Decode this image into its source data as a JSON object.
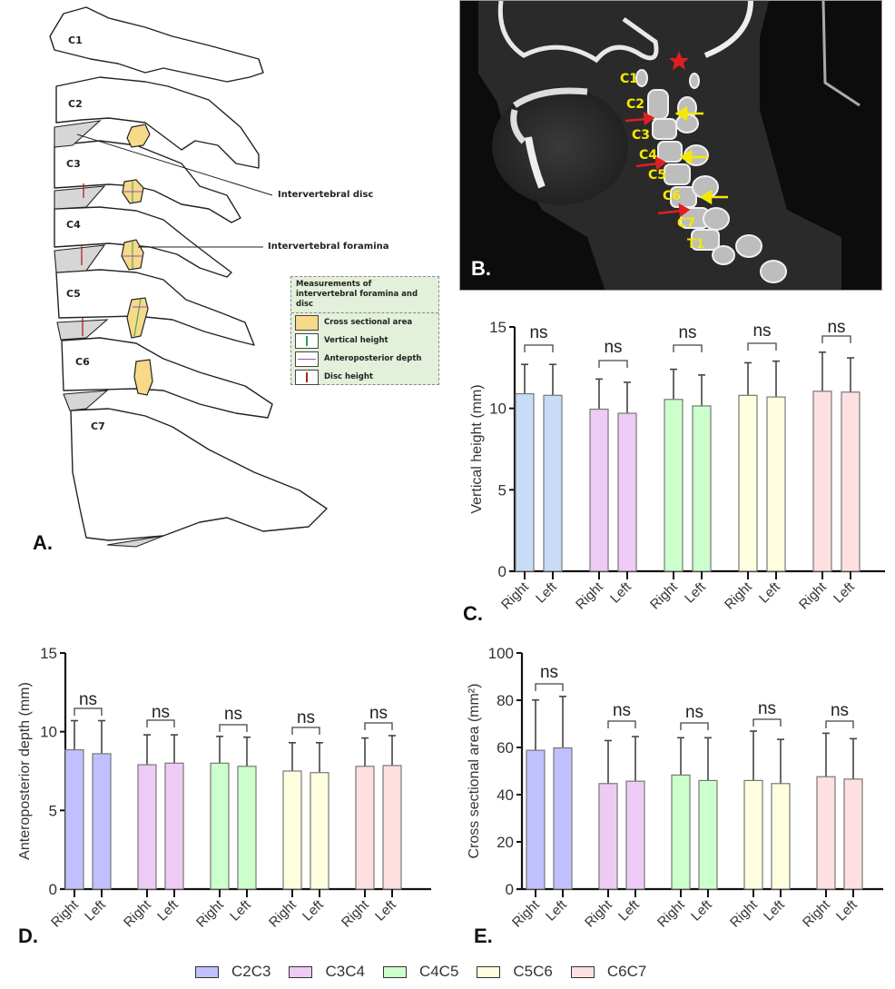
{
  "panels": {
    "A": {
      "label": "A.",
      "vertebrae": [
        "C1",
        "C2",
        "C3",
        "C4",
        "C5",
        "C6",
        "C7"
      ],
      "callouts": [
        "Intervertebral disc",
        "Intervertebral foramina"
      ],
      "measurement_box": {
        "title": "Measurements of intervertebral foramina and disc",
        "items": [
          {
            "label": "Cross sectional area",
            "icon": "filled-area-icon",
            "color": "#f7d98a"
          },
          {
            "label": "Vertical height",
            "icon": "vertical-arrow-icon",
            "color": "#2e9e4f"
          },
          {
            "label": "Anteroposterior depth",
            "icon": "horizontal-arrow-icon",
            "color": "#9b4fc0"
          },
          {
            "label": "Disc height",
            "icon": "vertical-arrow-icon",
            "color": "#b02020"
          }
        ]
      }
    },
    "B": {
      "label": "B.",
      "vertebra_labels": [
        "C1",
        "C2",
        "C3",
        "C4",
        "C5",
        "C6",
        "C7",
        "T1"
      ],
      "marker_color": "#e02020",
      "arrow_color_red": "#e02020",
      "arrow_color_yellow": "#f5e900"
    },
    "C": {
      "label": "C."
    },
    "D": {
      "label": "D."
    },
    "E": {
      "label": "E."
    }
  },
  "legend": [
    {
      "label": "C2C3",
      "color": "#c0c0ff"
    },
    {
      "label": "C3C4",
      "color": "#eecbf5"
    },
    {
      "label": "C4C5",
      "color": "#ccffcc"
    },
    {
      "label": "C5C6",
      "color": "#ffffe0"
    },
    {
      "label": "C6C7",
      "color": "#ffe0e0"
    }
  ],
  "chart_data": [
    {
      "id": "C",
      "type": "bar",
      "title": "",
      "xlabel": "",
      "ylabel": "Vertical height (mm)",
      "ylim": [
        0,
        15
      ],
      "yticks": [
        0,
        5,
        10,
        15
      ],
      "groups": [
        "C2C3",
        "C3C4",
        "C4C5",
        "C5C6",
        "C6C7"
      ],
      "categories": [
        "Right",
        "Left"
      ],
      "group_colors": [
        "#c9dcf7",
        "#eecbf5",
        "#ccffcc",
        "#ffffe0",
        "#ffe0e0"
      ],
      "series": [
        {
          "name": "Right",
          "values": [
            10.9,
            9.95,
            10.55,
            10.8,
            11.05
          ],
          "error_upper": [
            12.7,
            11.8,
            12.4,
            12.8,
            13.45
          ]
        },
        {
          "name": "Left",
          "values": [
            10.8,
            9.7,
            10.15,
            10.7,
            11.0
          ],
          "error_upper": [
            12.7,
            11.6,
            12.05,
            12.9,
            13.1
          ]
        }
      ],
      "annotations": [
        "ns",
        "ns",
        "ns",
        "ns",
        "ns"
      ],
      "grid": false
    },
    {
      "id": "D",
      "type": "bar",
      "title": "",
      "xlabel": "",
      "ylabel": "Anteroposterior depth (mm)",
      "ylim": [
        0,
        15
      ],
      "yticks": [
        0,
        5,
        10,
        15
      ],
      "groups": [
        "C2C3",
        "C3C4",
        "C4C5",
        "C5C6",
        "C6C7"
      ],
      "categories": [
        "Right",
        "Left"
      ],
      "group_colors": [
        "#c0c0ff",
        "#eecbf5",
        "#ccffcc",
        "#ffffe0",
        "#ffe0e0"
      ],
      "series": [
        {
          "name": "Right",
          "values": [
            8.85,
            7.9,
            8.0,
            7.5,
            7.8
          ],
          "error_upper": [
            10.7,
            9.8,
            9.7,
            9.3,
            9.6
          ]
        },
        {
          "name": "Left",
          "values": [
            8.6,
            8.0,
            7.8,
            7.4,
            7.85
          ],
          "error_upper": [
            10.7,
            9.8,
            9.65,
            9.3,
            9.75
          ]
        }
      ],
      "annotations": [
        "ns",
        "ns",
        "ns",
        "ns",
        "ns"
      ],
      "grid": false
    },
    {
      "id": "E",
      "type": "bar",
      "title": "",
      "xlabel": "",
      "ylabel": "Cross sectional area (mm²)",
      "ylim": [
        0,
        100
      ],
      "yticks": [
        0,
        20,
        40,
        60,
        80,
        100
      ],
      "groups": [
        "C2C3",
        "C3C4",
        "C4C5",
        "C5C6",
        "C6C7"
      ],
      "categories": [
        "Right",
        "Left"
      ],
      "group_colors": [
        "#c0c0ff",
        "#eecbf5",
        "#ccffcc",
        "#ffffe0",
        "#ffe0e0"
      ],
      "series": [
        {
          "name": "Right",
          "values": [
            58.8,
            44.7,
            48.3,
            46.0,
            47.6
          ],
          "error_upper": [
            80.1,
            62.9,
            64.1,
            66.9,
            66.0
          ]
        },
        {
          "name": "Left",
          "values": [
            59.8,
            45.7,
            46.0,
            44.7,
            46.6
          ],
          "error_upper": [
            81.6,
            64.6,
            64.1,
            63.4,
            63.7
          ]
        }
      ],
      "annotations": [
        "ns",
        "ns",
        "ns",
        "ns",
        "ns"
      ],
      "grid": false
    }
  ]
}
